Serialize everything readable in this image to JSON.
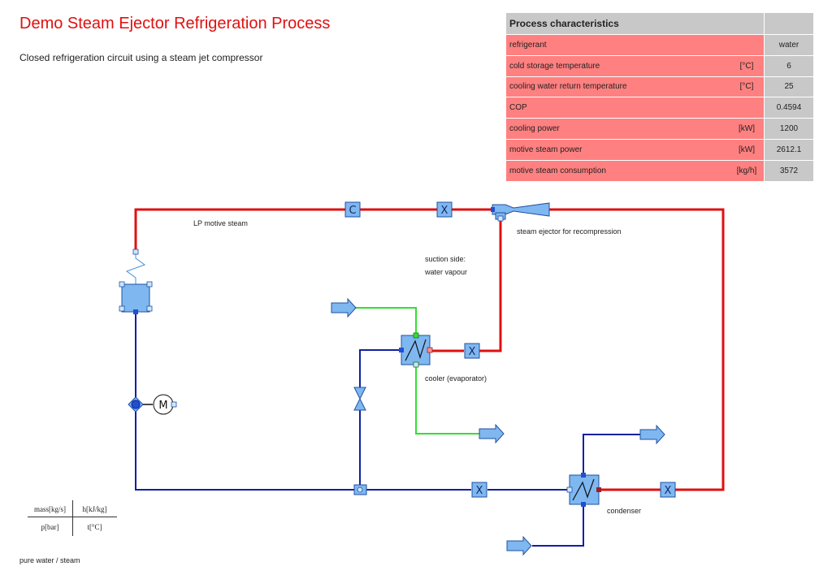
{
  "header": {
    "title": "Demo Steam Ejector Refrigeration Process",
    "subtitle": "Closed refrigeration circuit using a steam jet compressor"
  },
  "process_table": {
    "header": "Process characteristics",
    "rows": [
      {
        "name": "refrigerant",
        "unit": "",
        "value": "water"
      },
      {
        "name": "cold storage temperature",
        "unit": "[°C]",
        "value": "6"
      },
      {
        "name": "cooling water return temperature",
        "unit": "[°C]",
        "value": "25"
      },
      {
        "name": "COP",
        "unit": "",
        "value": "0.4594"
      },
      {
        "name": "cooling power",
        "unit": "[kW]",
        "value": "1200"
      },
      {
        "name": "motive steam power",
        "unit": "[kW]",
        "value": "2612.1"
      },
      {
        "name": "motive steam consumption",
        "unit": "[kg/h]",
        "value": "3572"
      }
    ]
  },
  "labels": {
    "lp_motive_steam": "LP motive steam",
    "ejector": "steam ejector for recompression",
    "suction_side_1": "suction side:",
    "suction_side_2": "water vapour",
    "cooler": "cooler (evaporator)",
    "condenser": "condenser",
    "fluid": "pure water / steam"
  },
  "legend": {
    "mass": "mass[kg/s]",
    "enthalpy": "h[kJ/kg]",
    "pressure": "p[bar]",
    "temperature": "t[°C]"
  },
  "components": {
    "compressor_glyph": "C",
    "valve_glyph": "X",
    "motor_glyph": "M"
  },
  "colors": {
    "steam_line": "#e01010",
    "water_line": "#1020a0",
    "cooling_line": "#30e030",
    "component_fill": "#7fb7f0",
    "component_stroke": "#2050a0",
    "title": "#e01010"
  }
}
